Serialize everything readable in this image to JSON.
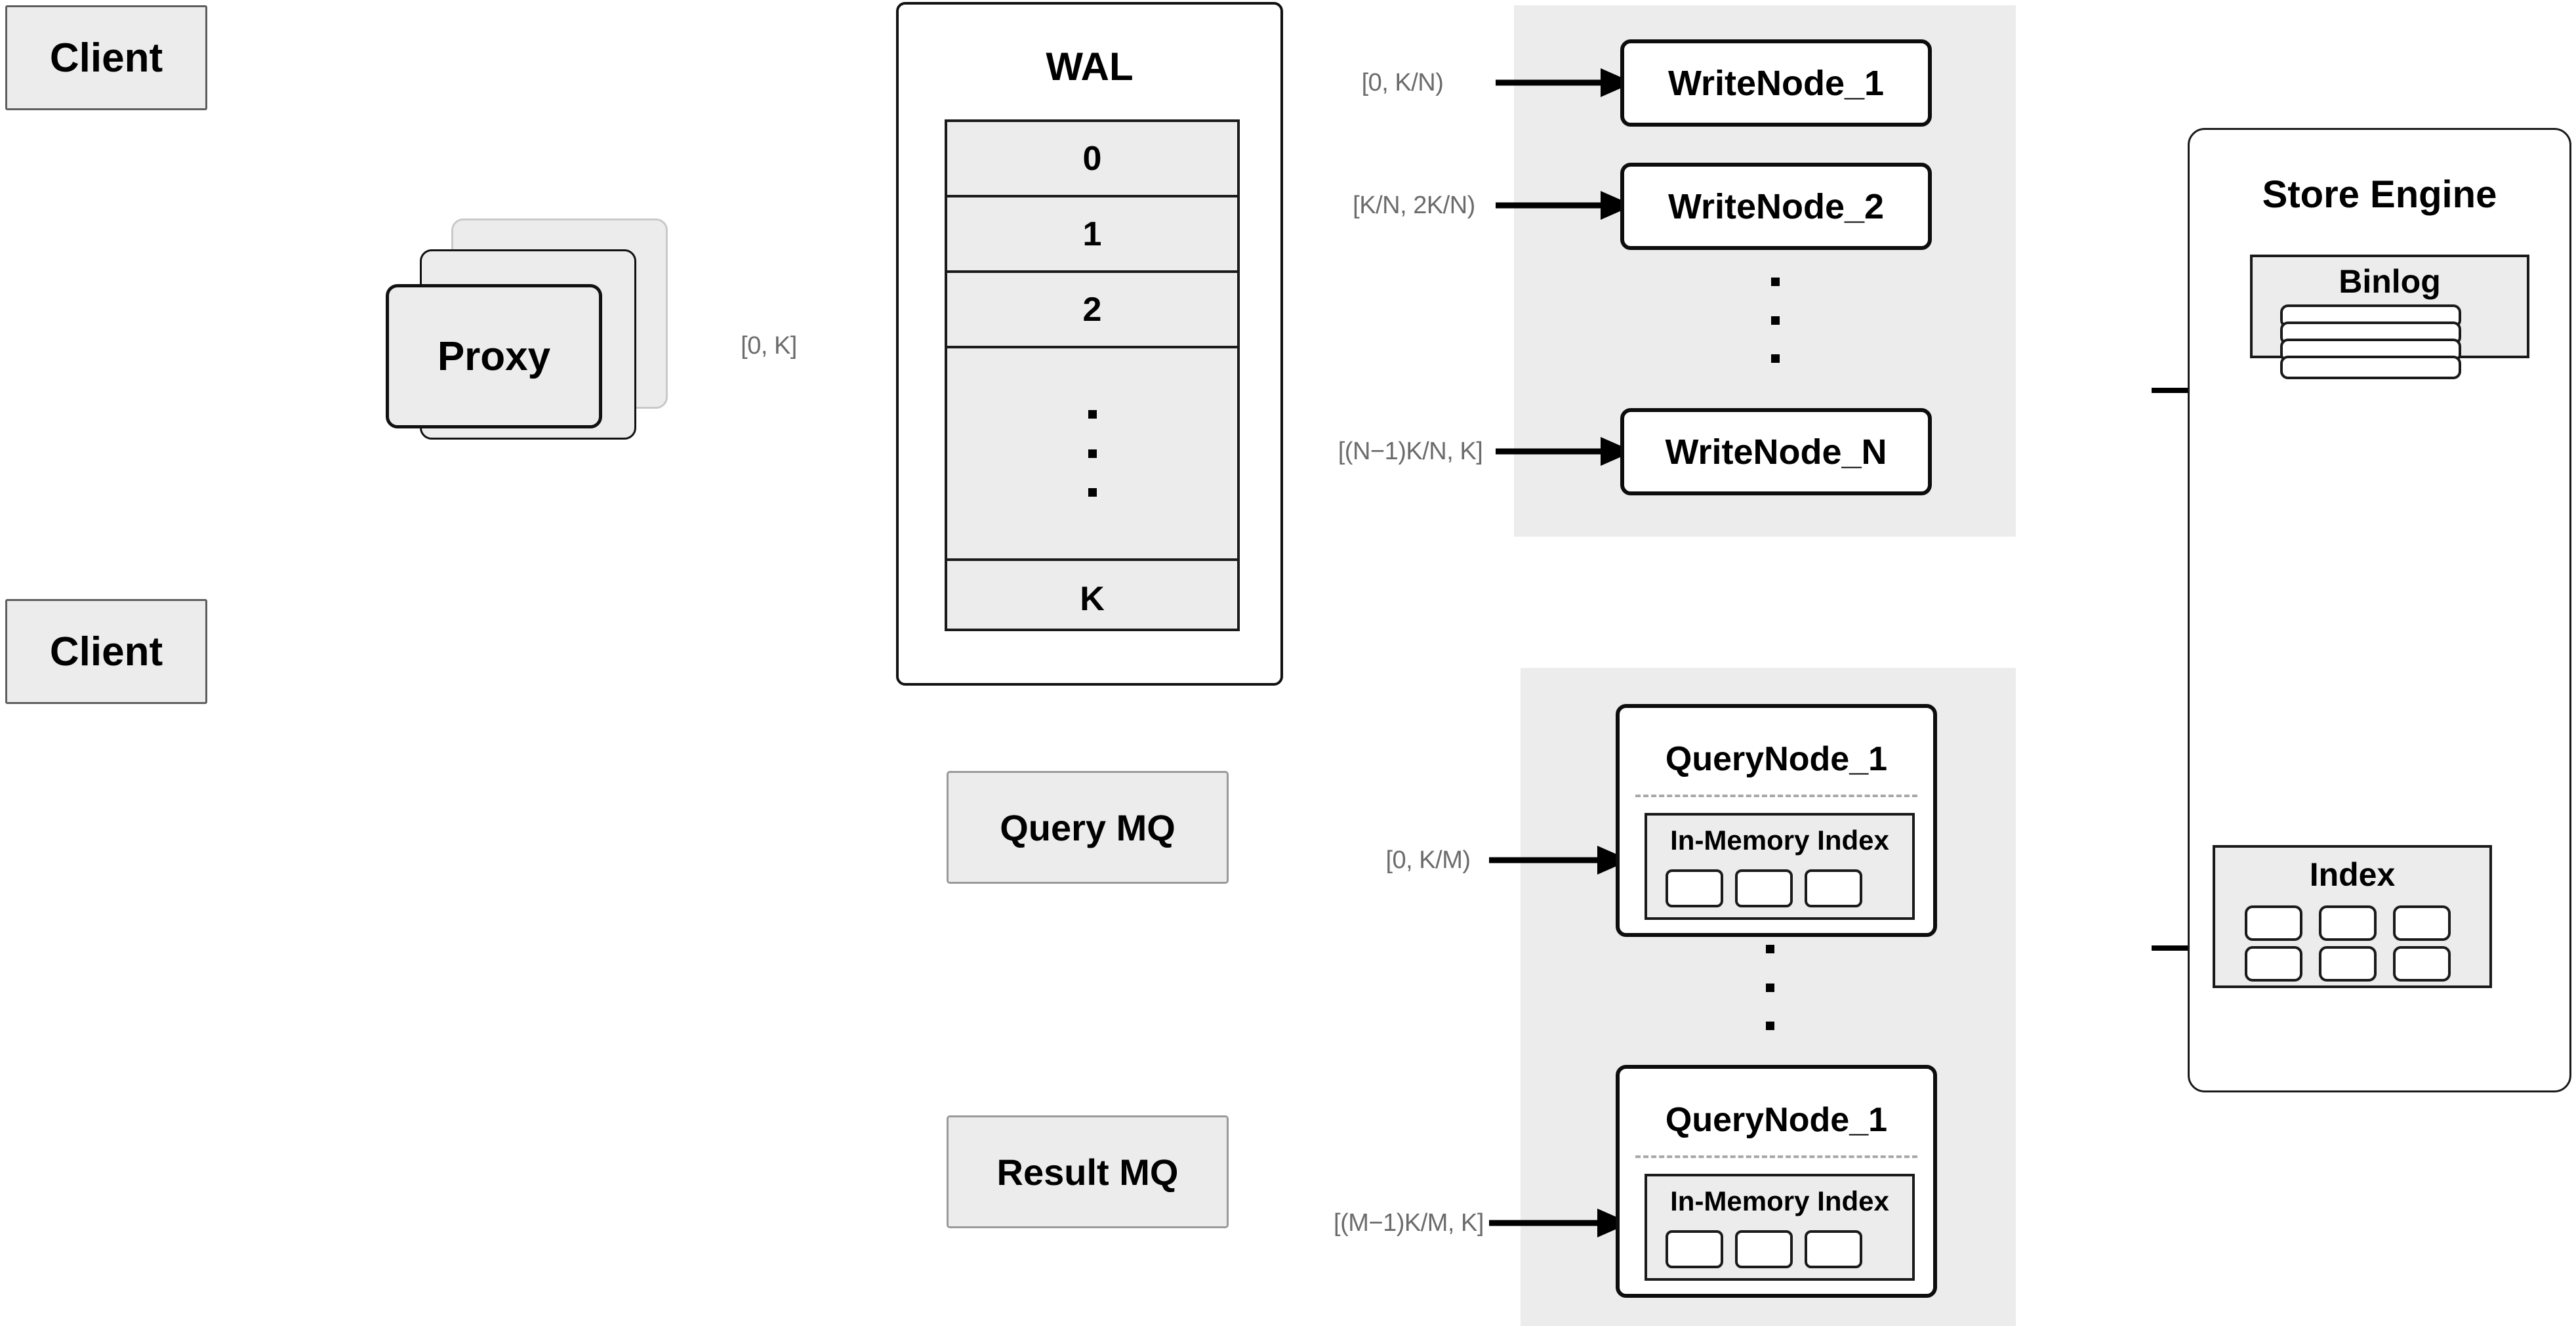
{
  "diagram": {
    "title": "Distributed write/query architecture",
    "colors": {
      "panel_gray": "#ececec",
      "box_white": "#ffffff",
      "stroke": "#1a1a1a",
      "label_text": "#6b6b6b",
      "dashed_separator": "#a8a8a8"
    }
  },
  "clients": [
    {
      "label": "Client"
    },
    {
      "label": "Client"
    }
  ],
  "proxy": {
    "label": "Proxy",
    "stack_count": 3
  },
  "range_labels": {
    "proxy_to_wal": "[0, K]",
    "write_node_1": "[0,  K/N)",
    "write_node_2": "[K/N, 2K/N)",
    "write_node_n": "[(N−1)K/N,  K]",
    "query_node_1": "[0, K/M)",
    "query_node_m": "[(M−1)K/M, K]"
  },
  "wal": {
    "title": "WAL",
    "rows": [
      "0",
      "1",
      "2",
      "⋮",
      "K"
    ],
    "ellipsis_row_index": 3
  },
  "message_queues": [
    {
      "label": "Query MQ"
    },
    {
      "label": "Result MQ"
    }
  ],
  "write_cluster": {
    "nodes": [
      {
        "label": "WriteNode_1"
      },
      {
        "label": "WriteNode_2"
      },
      {
        "label": "WriteNode_N"
      }
    ],
    "ellipsis": "⋮"
  },
  "query_cluster": {
    "nodes": [
      {
        "label": "QueryNode_1",
        "index": {
          "title": "In-Memory Index",
          "chips": 3
        }
      },
      {
        "label": "QueryNode_1",
        "index": {
          "title": "In-Memory Index",
          "chips": 3
        }
      }
    ],
    "ellipsis": "⋮"
  },
  "store_engine": {
    "title": "Store Engine",
    "binlog": {
      "title": "Binlog",
      "bars": 4
    },
    "index": {
      "title": "Index",
      "rows": 2,
      "cols": 3,
      "cells": 6
    }
  }
}
